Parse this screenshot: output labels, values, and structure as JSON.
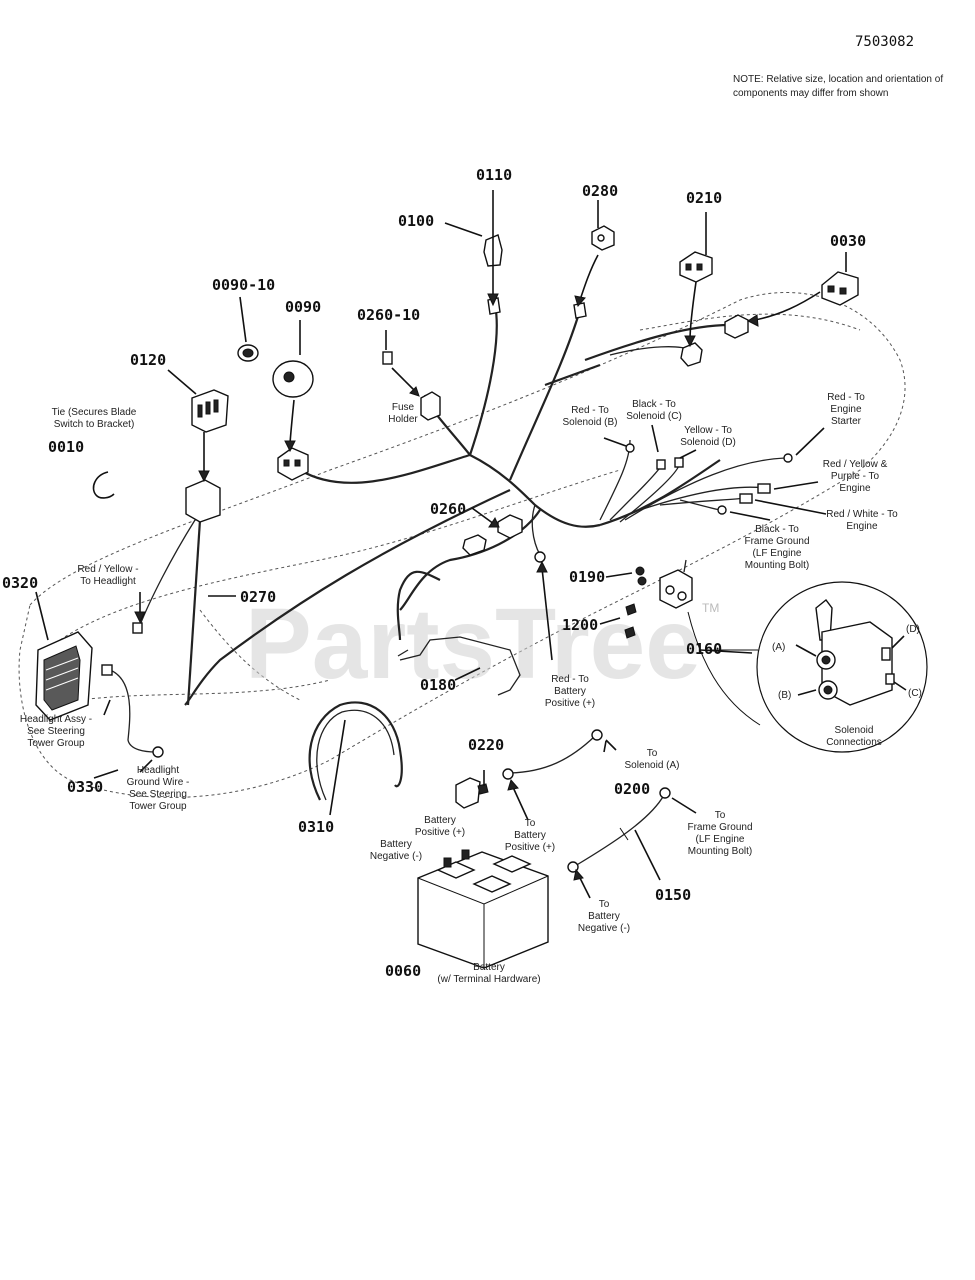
{
  "doc_number": "7503082",
  "note": {
    "line1": "NOTE: Relative size, location and orientation of",
    "line2": "components may differ from shown"
  },
  "watermark": {
    "text": "PartsTree",
    "tm": "TM"
  },
  "part_numbers": {
    "p0010": "0010",
    "p0030": "0030",
    "p0060": "0060",
    "p0090": "0090",
    "p0090_10": "0090-10",
    "p0100": "0100",
    "p0110": "0110",
    "p0120": "0120",
    "p0150": "0150",
    "p0160": "0160",
    "p0180": "0180",
    "p0190": "0190",
    "p0200": "0200",
    "p0210": "0210",
    "p0220": "0220",
    "p0260": "0260",
    "p0260_10": "0260-10",
    "p0270": "0270",
    "p0280": "0280",
    "p0310": "0310",
    "p0320": "0320",
    "p0330": "0330",
    "p1200": "1200"
  },
  "captions": {
    "tie": [
      "Tie (Secures Blade",
      "Switch to Bracket)"
    ],
    "fuse_holder": [
      "Fuse",
      "Holder"
    ],
    "red_solenoid_b": [
      "Red - To",
      "Solenoid (B)"
    ],
    "black_solenoid_c": [
      "Black - To",
      "Solenoid (C)"
    ],
    "yellow_solenoid_d": [
      "Yellow - To",
      "Solenoid (D)"
    ],
    "red_engine_starter": [
      "Red - To",
      "Engine",
      "Starter"
    ],
    "red_yellow_purple": [
      "Red / Yellow &",
      "Purple - To",
      "Engine"
    ],
    "red_white_engine": [
      "Red / White - To",
      "Engine"
    ],
    "black_frame_ground": [
      "Black - To",
      "Frame Ground",
      "(LF Engine",
      "Mounting Bolt)"
    ],
    "red_yellow_headlight": [
      "Red / Yellow -",
      "To Headlight"
    ],
    "headlight_assy": [
      "Headlight Assy -",
      "See Steering",
      "Tower Group"
    ],
    "headlight_ground": [
      "Headlight",
      "Ground Wire -",
      "See Steering",
      "Tower Group"
    ],
    "red_battery_positive": [
      "Red - To",
      "Battery",
      "Positive (+)"
    ],
    "solenoid_connections": [
      "Solenoid",
      "Connections"
    ],
    "to_solenoid_a": [
      "To",
      "Solenoid (A)"
    ],
    "to_battery_positive": [
      "To",
      "Battery",
      "Positive (+)"
    ],
    "to_frame_ground": [
      "To",
      "Frame Ground",
      "(LF Engine",
      "Mounting Bolt)"
    ],
    "battery_positive": [
      "Battery",
      "Positive (+)"
    ],
    "battery_negative": [
      "Battery",
      "Negative (-)"
    ],
    "to_battery_negative": [
      "To",
      "Battery",
      "Negative (-)"
    ],
    "battery": [
      "Battery",
      "(w/ Terminal Hardware)"
    ],
    "label_a": "(A)",
    "label_b": "(B)",
    "label_c": "(C)",
    "label_d": "(D)"
  }
}
